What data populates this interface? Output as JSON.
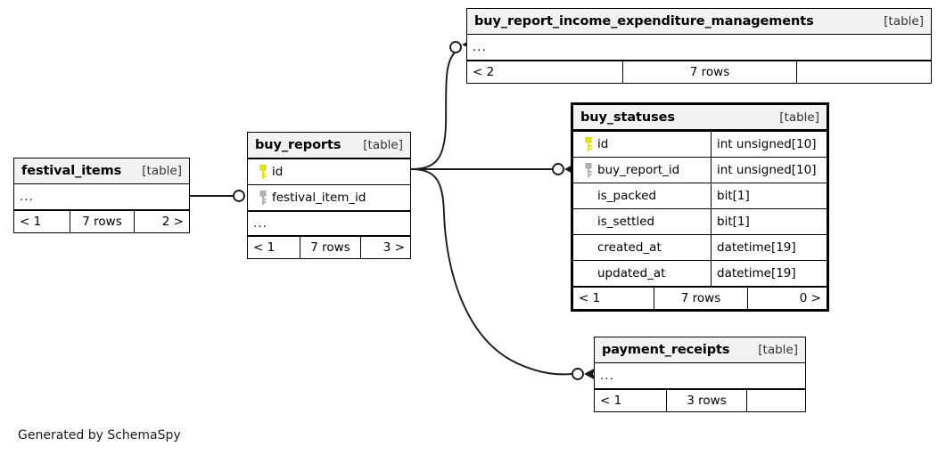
{
  "diagram": {
    "generator_credit": "Generated by SchemaSpy",
    "kind_label": "[table]",
    "ellipsis": "...",
    "colors": {
      "primary_key": "#e8e800",
      "foreign_key": "#b3b3b3",
      "header_bg": "#f2f2f2",
      "border": "#000000",
      "background": "#ffffff"
    },
    "icons": {
      "primary_key": "key-icon-primary",
      "foreign_key": "key-icon-foreign"
    }
  },
  "tables": {
    "buy_report_income_expenditure_managements": {
      "name": "buy_report_income_expenditure_managements",
      "kind": "[table]",
      "ellipsis": "...",
      "footer": {
        "parents": "< 2",
        "rows": "7 rows",
        "children": ""
      }
    },
    "buy_statuses": {
      "name": "buy_statuses",
      "kind": "[table]",
      "columns": [
        {
          "key": "primary",
          "name": "id",
          "type": "int unsigned[10]"
        },
        {
          "key": "foreign",
          "name": "buy_report_id",
          "type": "int unsigned[10]"
        },
        {
          "key": "none",
          "name": "is_packed",
          "type": "bit[1]"
        },
        {
          "key": "none",
          "name": "is_settled",
          "type": "bit[1]"
        },
        {
          "key": "none",
          "name": "created_at",
          "type": "datetime[19]"
        },
        {
          "key": "none",
          "name": "updated_at",
          "type": "datetime[19]"
        }
      ],
      "footer": {
        "parents": "< 1",
        "rows": "7 rows",
        "children": "0 >"
      }
    },
    "buy_reports": {
      "name": "buy_reports",
      "kind": "[table]",
      "columns": [
        {
          "key": "primary",
          "name": "id"
        },
        {
          "key": "foreign",
          "name": "festival_item_id"
        }
      ],
      "ellipsis": "...",
      "footer": {
        "parents": "< 1",
        "rows": "7 rows",
        "children": "3 >"
      }
    },
    "festival_items": {
      "name": "festival_items",
      "kind": "[table]",
      "ellipsis": "...",
      "footer": {
        "parents": "< 1",
        "rows": "7 rows",
        "children": "2 >"
      }
    },
    "payment_receipts": {
      "name": "payment_receipts",
      "kind": "[table]",
      "ellipsis": "...",
      "footer": {
        "parents": "< 1",
        "rows": "3 rows",
        "children": ""
      }
    }
  },
  "relationships": [
    {
      "from": "festival_items",
      "to": "buy_reports.festival_item_id"
    },
    {
      "from": "buy_reports.id",
      "to": "buy_report_income_expenditure_managements"
    },
    {
      "from": "buy_reports.id",
      "to": "buy_statuses.buy_report_id"
    },
    {
      "from": "buy_reports.id",
      "to": "payment_receipts"
    }
  ]
}
